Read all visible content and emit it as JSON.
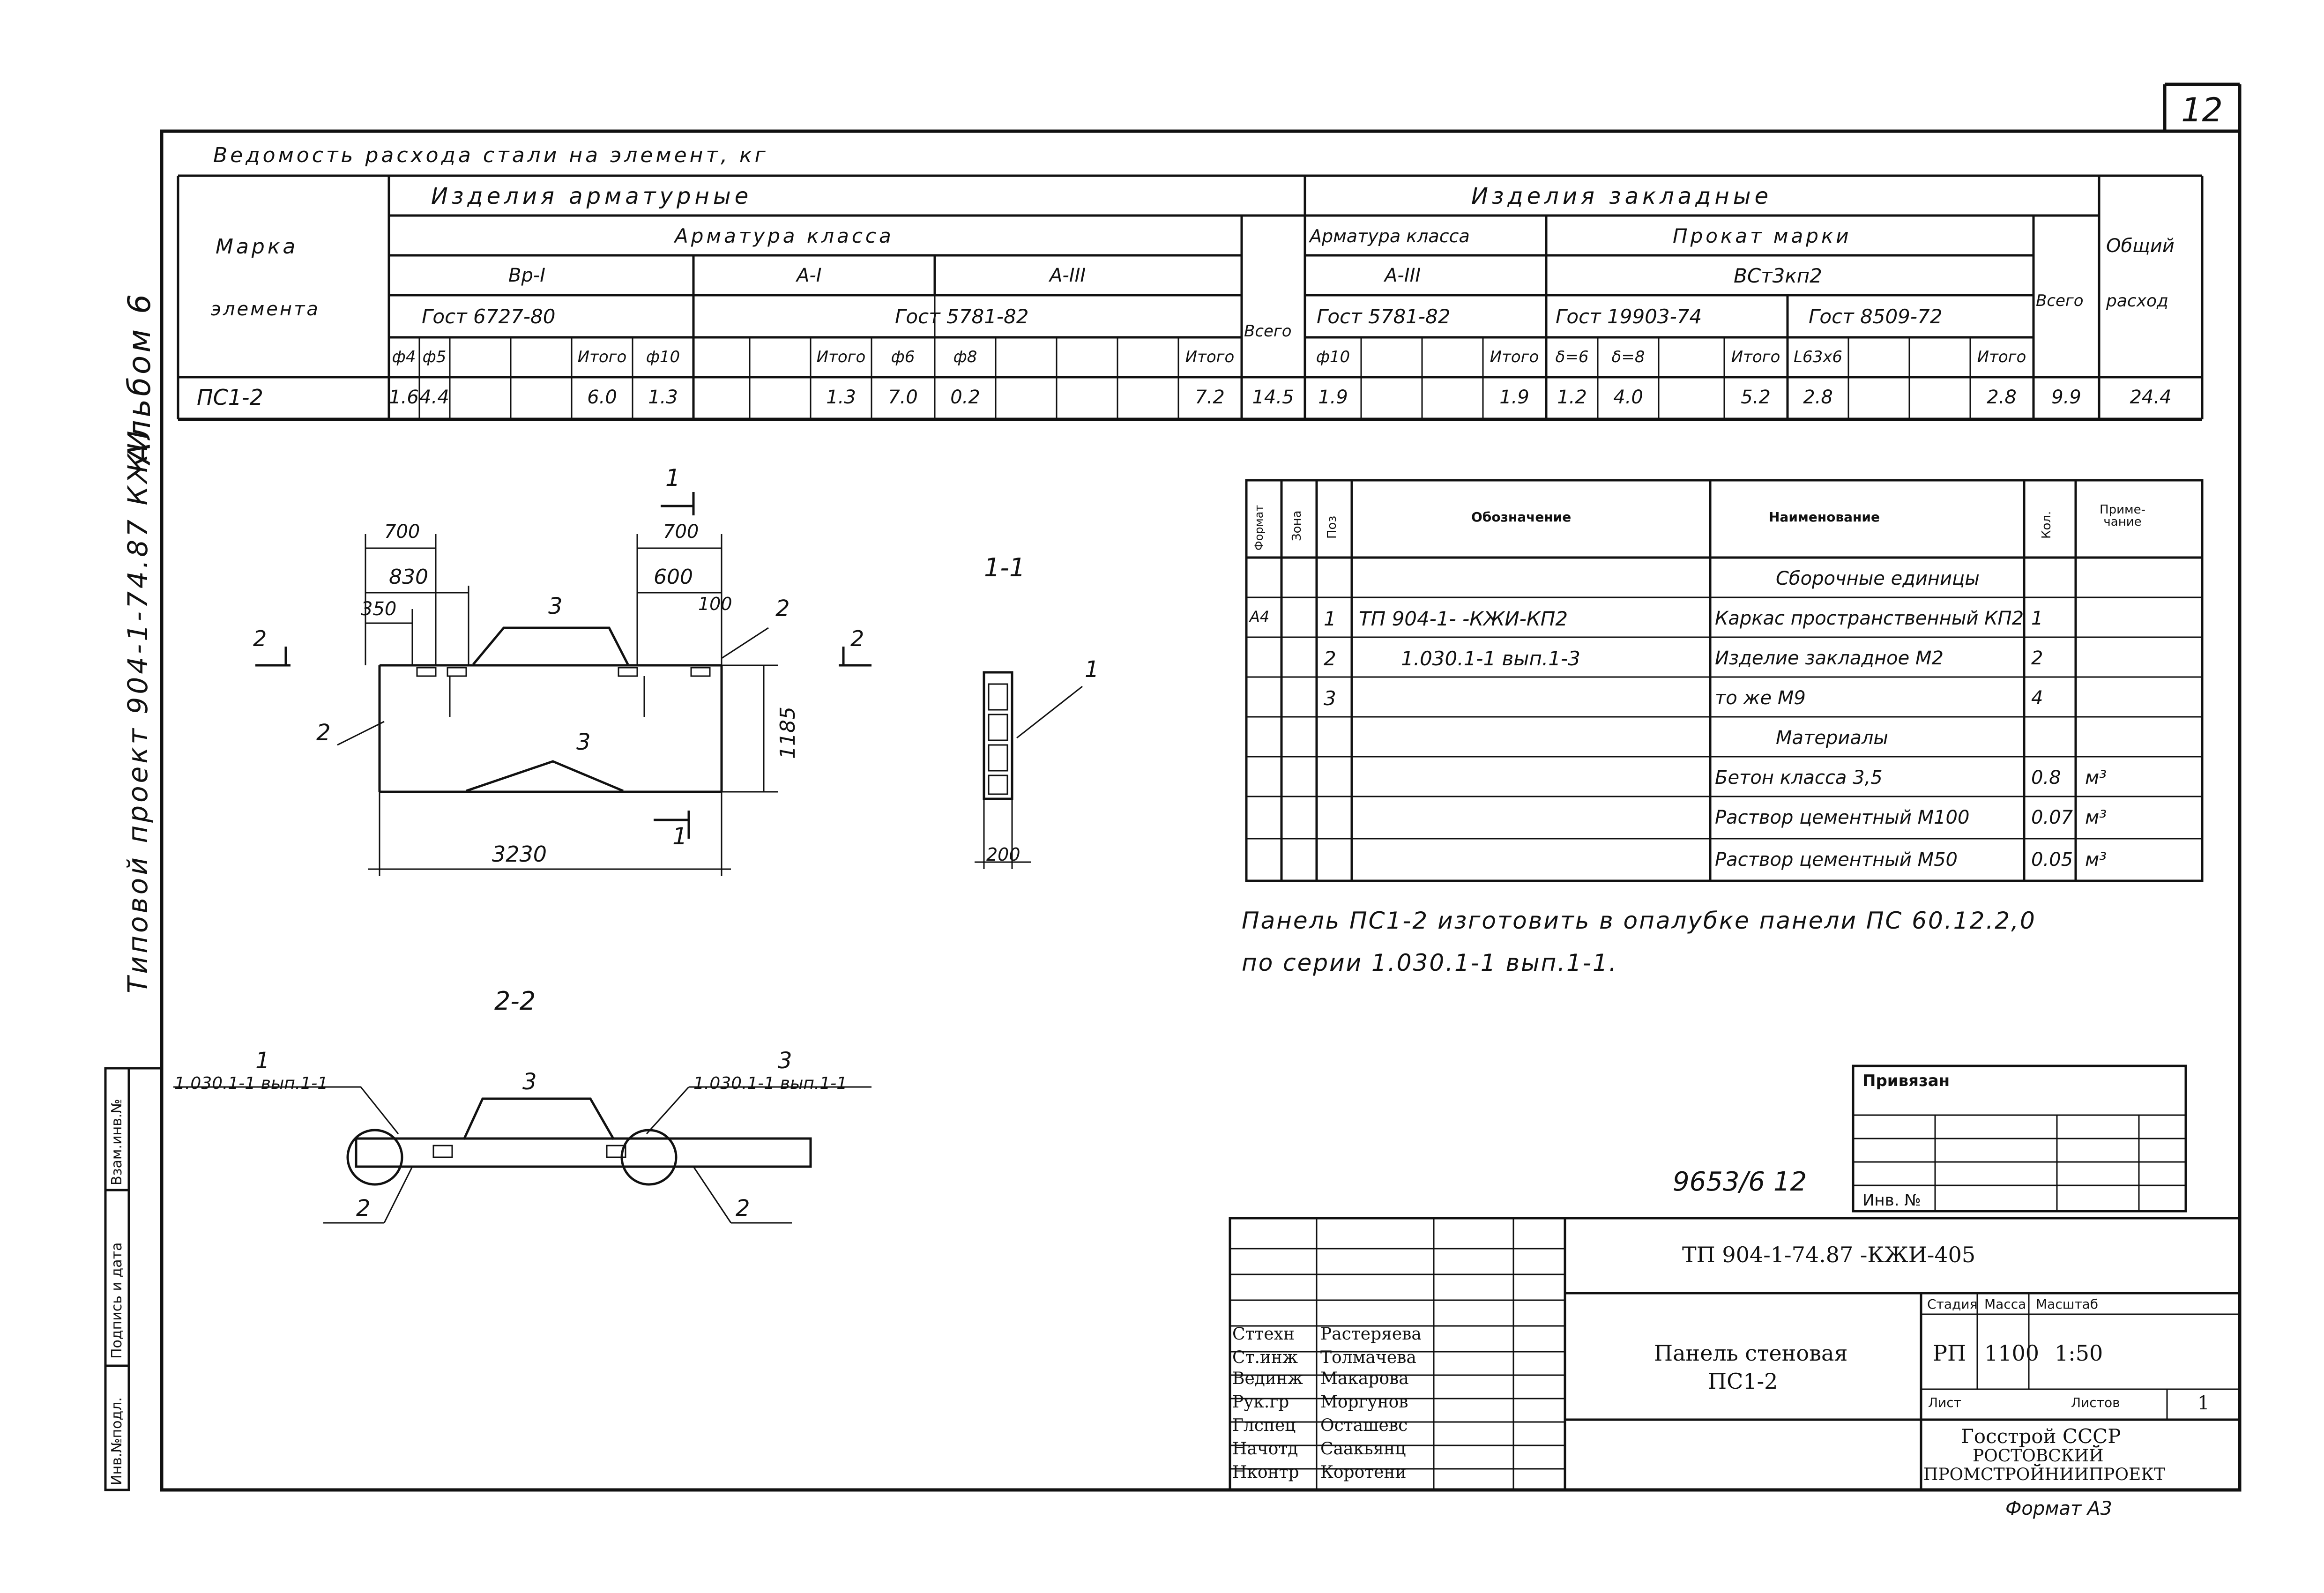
{
  "sheet_number": "12",
  "side_labels": {
    "album": "Альбом 6",
    "project": "Типовой проект 904-1-74.87 КЖИ"
  },
  "steel_table": {
    "title": "Ведомость расхода стали на элемент, кг",
    "element_header": [
      "Марка",
      "элемента"
    ],
    "group_reinf": "Изделия арматурные",
    "group_embed": "Изделия закладные",
    "reinf_class_header": "Арматура класса",
    "class_vr1": "Вр-I",
    "class_a1": "А-I",
    "class_a3": "А-III",
    "gost_6727": "Гост 6727-80",
    "gost_5781": "Гост 5781-82",
    "embed_reinf_header": "Арматура класса",
    "embed_a3": "А-III",
    "embed_gost_5781": "Гост 5781-82",
    "prokat_header": "Прокат марки",
    "prokat_mark": "ВСт3кп2",
    "gost_19903": "Гост 19903-74",
    "gost_8509": "Гост 8509-72",
    "vsego": "Всего",
    "vsego2": "Всего",
    "total_header": [
      "Общий",
      "расход"
    ],
    "sub_headers": [
      "ф4",
      "ф5",
      "",
      "",
      "Итого",
      "ф10",
      "",
      "",
      "Итого",
      "ф6",
      "ф8",
      "",
      "",
      "",
      "Итого",
      "",
      "ф10",
      "",
      "",
      "Итого",
      "δ=6",
      "δ=8",
      "",
      "Итого",
      "L63х6",
      "",
      "",
      "Итого",
      "",
      ""
    ],
    "row": {
      "mark": "ПС1-2",
      "values": [
        "1.6",
        "4.4",
        "",
        "",
        "6.0",
        "1.3",
        "",
        "",
        "1.3",
        "7.0",
        "0.2",
        "",
        "",
        "",
        "7.2",
        "14.5",
        "1.9",
        "",
        "",
        "1.9",
        "1.2",
        "4.0",
        "",
        "5.2",
        "2.8",
        "",
        "",
        "2.8",
        "9.9",
        "24.4"
      ]
    }
  },
  "drawing": {
    "dims": {
      "d700_left": "700",
      "d830": "830",
      "d350": "350",
      "d700_right": "700",
      "d600": "600",
      "d100": "100",
      "d1185": "1185",
      "d3230": "3230",
      "d200": "200"
    },
    "labels": {
      "pos1": "1",
      "pos2": "2",
      "pos3": "3",
      "section_11": "1-1",
      "section_22": "2-2",
      "cut1": "1",
      "cut2": "2",
      "ref_left": "1.030.1-1 вып.1-1",
      "ref_right": "1.030.1-1 вып.1-1"
    }
  },
  "spec_table": {
    "headers": [
      "Формат",
      "Зона",
      "Поз",
      "Обозначение",
      "Наименование",
      "Кол.",
      "Приме-чание"
    ],
    "rows": [
      {
        "fmt": "",
        "zone": "",
        "pos": "",
        "desig": "",
        "name": "Сборочные единицы",
        "qty": "",
        "note": ""
      },
      {
        "fmt": "А4",
        "zone": "",
        "pos": "1",
        "desig": "ТП 904-1-    -КЖИ-КП2",
        "name": "Каркас пространственный КП2",
        "qty": "1",
        "note": ""
      },
      {
        "fmt": "",
        "zone": "",
        "pos": "2",
        "desig": "1.030.1-1 вып.1-3",
        "name": "Изделие закладное  М2",
        "qty": "2",
        "note": ""
      },
      {
        "fmt": "",
        "zone": "",
        "pos": "3",
        "desig": "",
        "name": "то же                 М9",
        "qty": "4",
        "note": ""
      },
      {
        "fmt": "",
        "zone": "",
        "pos": "",
        "desig": "",
        "name": "Материалы",
        "qty": "",
        "note": ""
      },
      {
        "fmt": "",
        "zone": "",
        "pos": "",
        "desig": "",
        "name": "Бетон класса 3,5",
        "qty": "0.8",
        "note": "м³"
      },
      {
        "fmt": "",
        "zone": "",
        "pos": "",
        "desig": "",
        "name": "Раствор цементный М100",
        "qty": "0.07",
        "note": "м³"
      },
      {
        "fmt": "",
        "zone": "",
        "pos": "",
        "desig": "",
        "name": "Раствор цементный М50",
        "qty": "0.05",
        "note": "м³"
      }
    ]
  },
  "note": [
    "Панель ПС1-2 изготовить в опалубке панели ПС 60.12.2,0",
    "по серии 1.030.1-1 вып.1-1."
  ],
  "stamp_left": {
    "tags": [
      "Взам.инв.№",
      "Подпись и дата",
      "Инв.№подл."
    ]
  },
  "binding": {
    "label": "Привязан",
    "inv_label": "Инв. №",
    "inv_value": "9653/6  12"
  },
  "title_block": {
    "code": "ТП 904-1-74.87    -КЖИ-405",
    "name": [
      "Панель стеновая",
      "ПС1-2"
    ],
    "stage_label": "Стадия",
    "mass_label": "Масса",
    "scale_label": "Масштаб",
    "stage": "РП",
    "mass": "1100",
    "scale": "1:50",
    "sheet_label": "Лист",
    "sheets_label": "Листов",
    "sheets": "1",
    "org": [
      "Госстрой СССР",
      "РОСТОВСКИЙ",
      "ПРОМСТРОЙНИИПРОЕКТ"
    ],
    "staff": [
      {
        "role": "Сттехн",
        "name": "Растеряева"
      },
      {
        "role": "Ст.инж",
        "name": "Толмачева"
      },
      {
        "role": "Вединж",
        "name": "Макарова"
      },
      {
        "role": "Рук.гр",
        "name": "Моргунов"
      },
      {
        "role": "Глспец",
        "name": "Осташевс"
      },
      {
        "role": "Начотд",
        "name": "Саакьянц"
      },
      {
        "role": "Нконтр",
        "name": "Коротени"
      }
    ]
  },
  "format": "Формат А3"
}
